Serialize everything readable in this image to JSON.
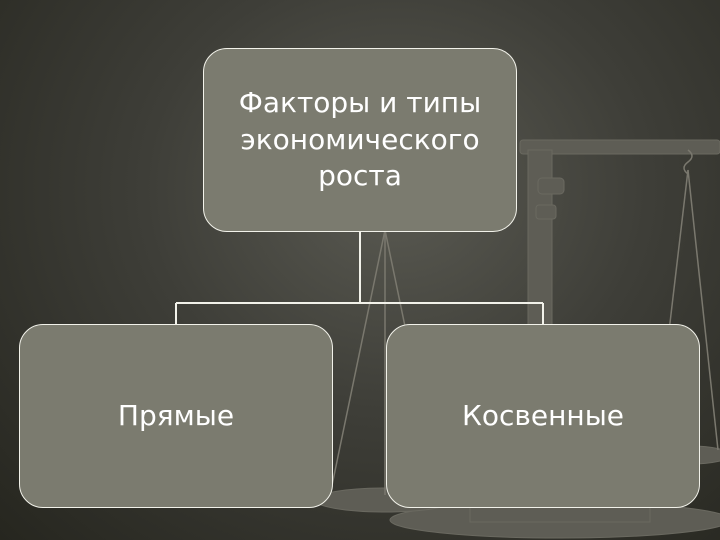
{
  "diagram": {
    "root": {
      "lines": [
        "Факторы и типы",
        "экономического",
        "роста"
      ]
    },
    "children": [
      {
        "label": "Прямые"
      },
      {
        "label": "Косвенные"
      }
    ]
  },
  "colors": {
    "node_fill": "#7b7b6f",
    "node_border": "#f2f2ea",
    "connector": "#f2f2ea",
    "background": "#3e3e38"
  }
}
